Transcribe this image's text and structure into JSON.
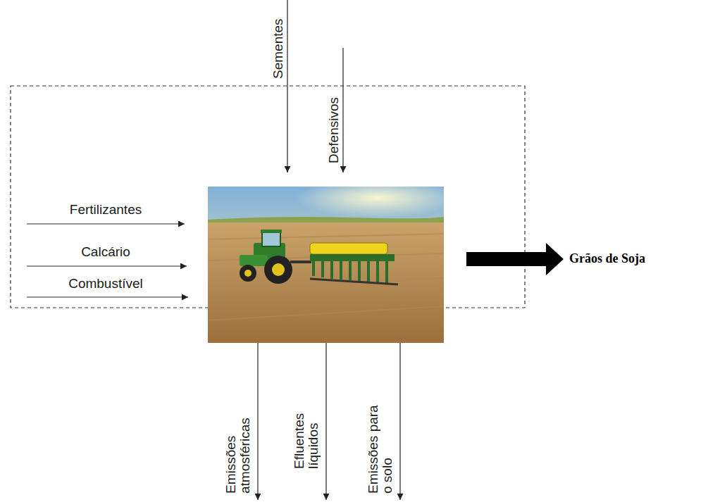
{
  "diagram": {
    "labels": [
      "Sementes",
      "Defensivos",
      "Fertilizantes",
      "Calcário",
      "Combustível",
      "Grãos de Soja",
      "Emissões atmosféricas",
      "Efluentes líquidos",
      "Emissões para o solo"
    ]
  }
}
